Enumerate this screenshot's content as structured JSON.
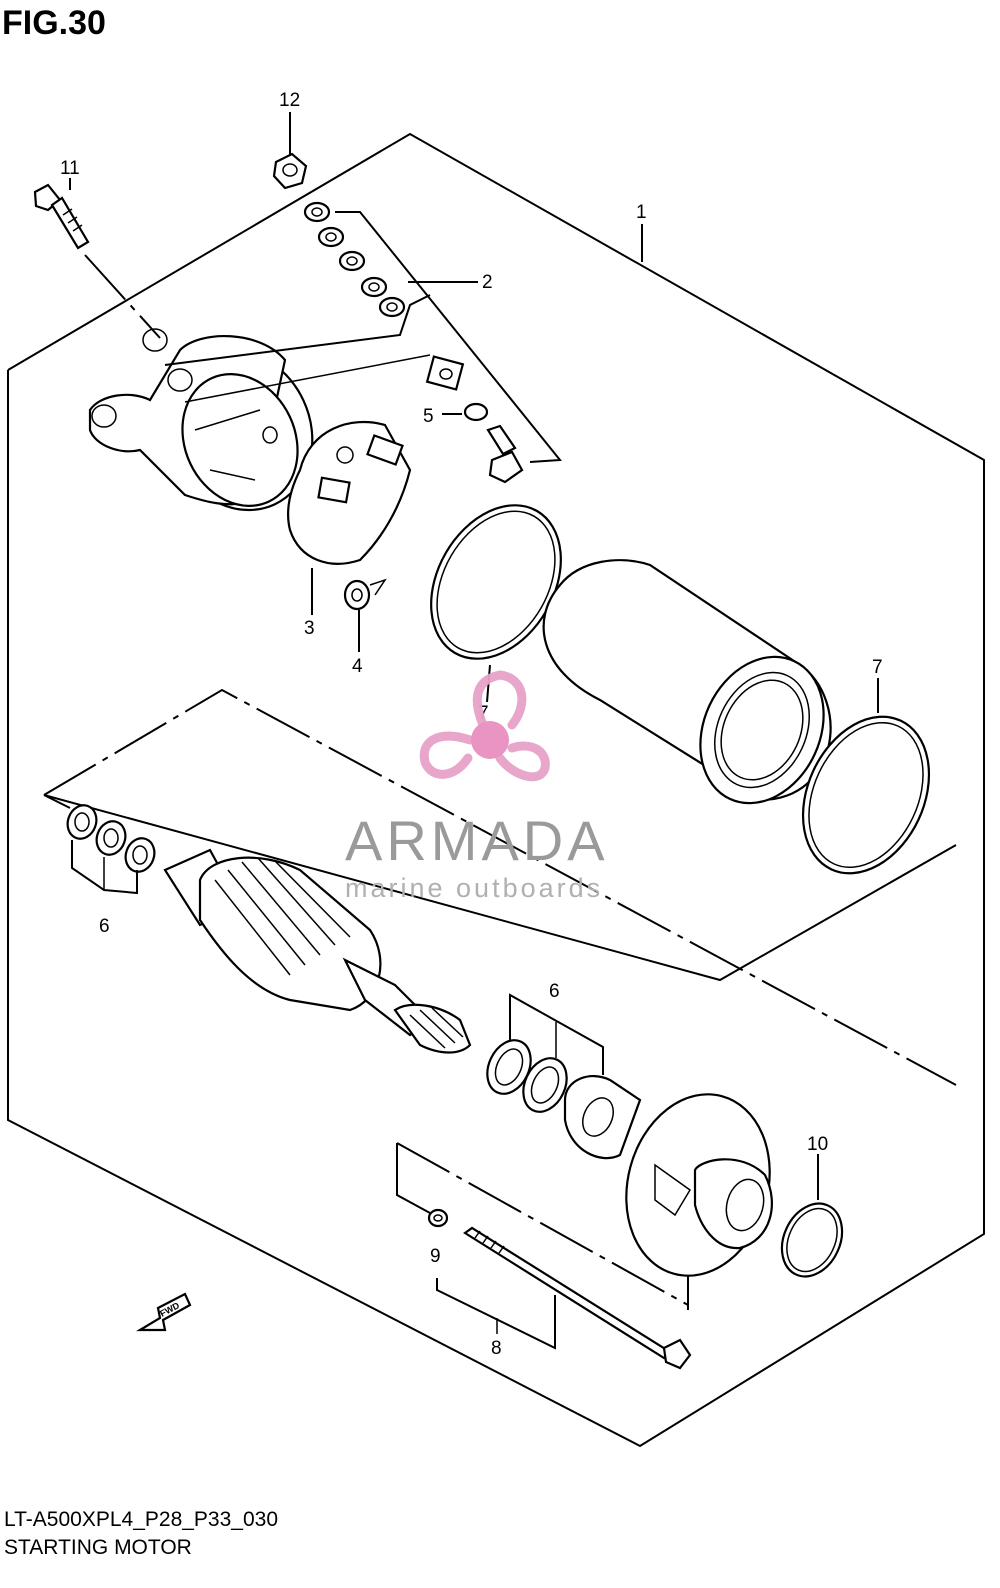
{
  "figure": {
    "title": "FIG.30",
    "drawing_code": "LT-A500XPL4_P28_P33_030",
    "name": "STARTING MOTOR"
  },
  "callouts": [
    "1",
    "2",
    "3",
    "4",
    "5",
    "6",
    "6",
    "7",
    "7",
    "8",
    "9",
    "10",
    "11",
    "12"
  ],
  "fwd_label": "FWD",
  "watermark": {
    "brand": "ARMADA",
    "tagline": "marine outboards",
    "logo_color": "#e6a2c8",
    "logo_center_color": "#e88fbf",
    "text_color": "#9a9a9a"
  }
}
